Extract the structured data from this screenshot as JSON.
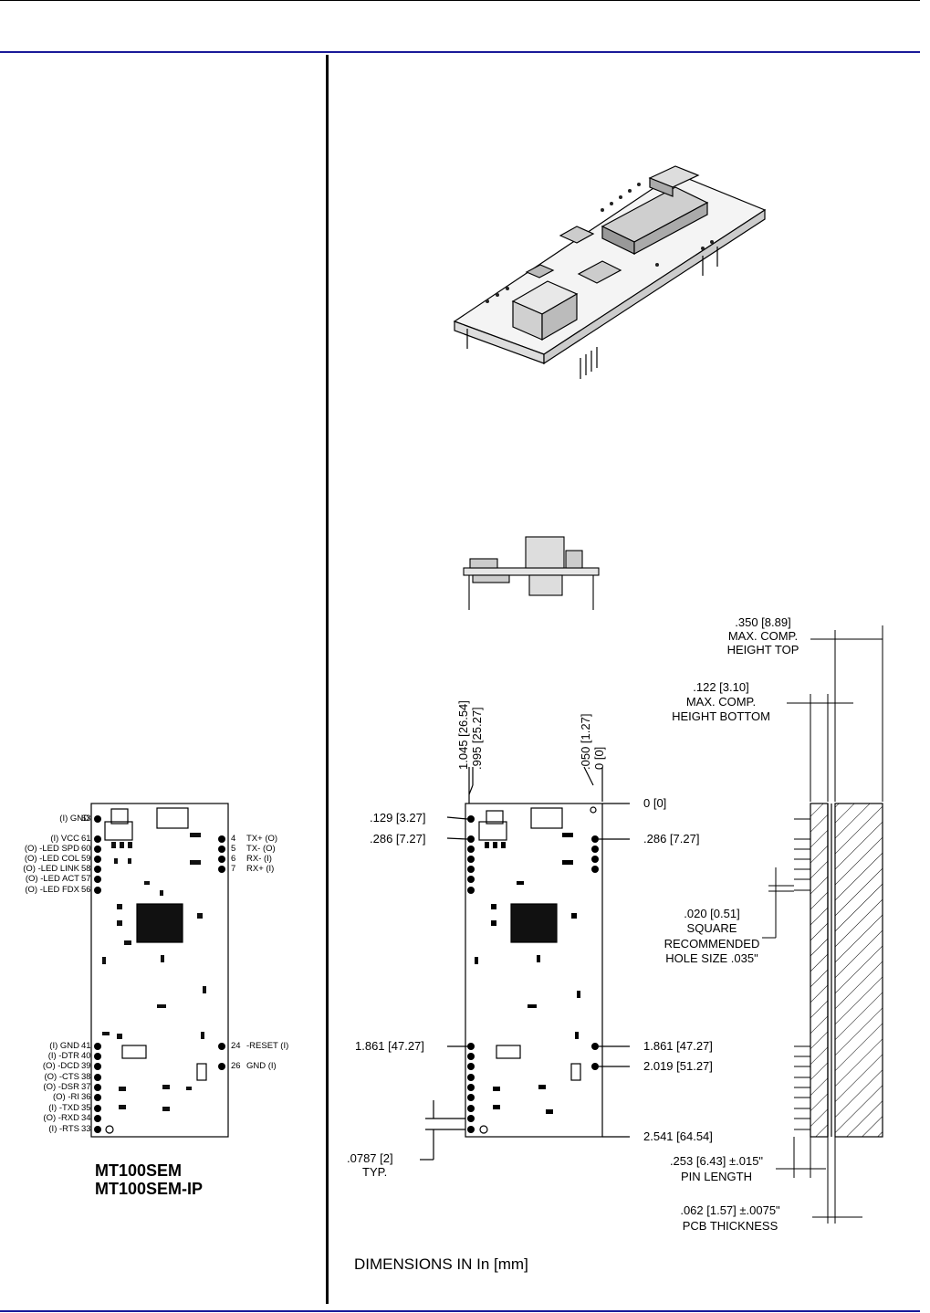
{
  "model": {
    "line1": "MT100SEM",
    "line2": "MT100SEM-IP"
  },
  "pins_left_top": [
    {
      "label": "(I) GND",
      "num": "63"
    },
    {
      "label": "(I) VCC",
      "num": "61"
    },
    {
      "label": "(O) -LED SPD",
      "num": "60"
    },
    {
      "label": "(O) -LED COL",
      "num": "59"
    },
    {
      "label": "(O) -LED LINK",
      "num": "58"
    },
    {
      "label": "(O) -LED ACT",
      "num": "57"
    },
    {
      "label": "(O) -LED FDX",
      "num": "56"
    }
  ],
  "pins_right_top": [
    {
      "num": "4",
      "label": "TX+ (O)"
    },
    {
      "num": "5",
      "label": "TX- (O)"
    },
    {
      "num": "6",
      "label": "RX- (I)"
    },
    {
      "num": "7",
      "label": "RX+ (I)"
    }
  ],
  "pins_left_bottom": [
    {
      "label": "(I) GND",
      "num": "41"
    },
    {
      "label": "(I) -DTR",
      "num": "40"
    },
    {
      "label": "(O) -DCD",
      "num": "39"
    },
    {
      "label": "(O) -CTS",
      "num": "38"
    },
    {
      "label": "(O) -DSR",
      "num": "37"
    },
    {
      "label": "(O) -RI",
      "num": "36"
    },
    {
      "label": "(I) -TXD",
      "num": "35"
    },
    {
      "label": "(O) -RXD",
      "num": "34"
    },
    {
      "label": "(I) -RTS",
      "num": "33"
    }
  ],
  "pins_right_bottom": [
    {
      "num": "24",
      "label": "-RESET (I)"
    },
    {
      "num": "26",
      "label": "GND (I)"
    }
  ],
  "dims": {
    "d_0_0": "0 [0]",
    "d_129": ".129 [3.27]",
    "d_286_l": ".286 [7.27]",
    "d_286_r": ".286 [7.27]",
    "d_1861_l": "1.861 [47.27]",
    "d_1861_r": "1.861 [47.27]",
    "d_2019": "2.019 [51.27]",
    "d_2541": "2.541 [64.54]",
    "d_0787": ".0787 [2]",
    "d_typ": "TYP.",
    "v_1045": "1.045 [26.54]",
    "v_995": ".995 [25.27]",
    "v_050": ".050 [1.27]",
    "v_00": "0 [0]",
    "h350_1": ".350 [8.89]",
    "h350_2": "MAX. COMP.",
    "h350_3": "HEIGHT TOP",
    "h122_1": ".122 [3.10]",
    "h122_2": "MAX. COMP.",
    "h122_3": "HEIGHT BOTTOM",
    "sq_1": ".020 [0.51]",
    "sq_2": "SQUARE",
    "sq_3": "RECOMMENDED",
    "sq_4": "HOLE SIZE .035\"",
    "pin_1": ".253 [6.43] ±.015\"",
    "pin_2": "PIN LENGTH",
    "pcb_1": ".062 [1.57] ±.0075\"",
    "pcb_2": "PCB THICKNESS",
    "units": "DIMENSIONS IN In [mm]"
  }
}
